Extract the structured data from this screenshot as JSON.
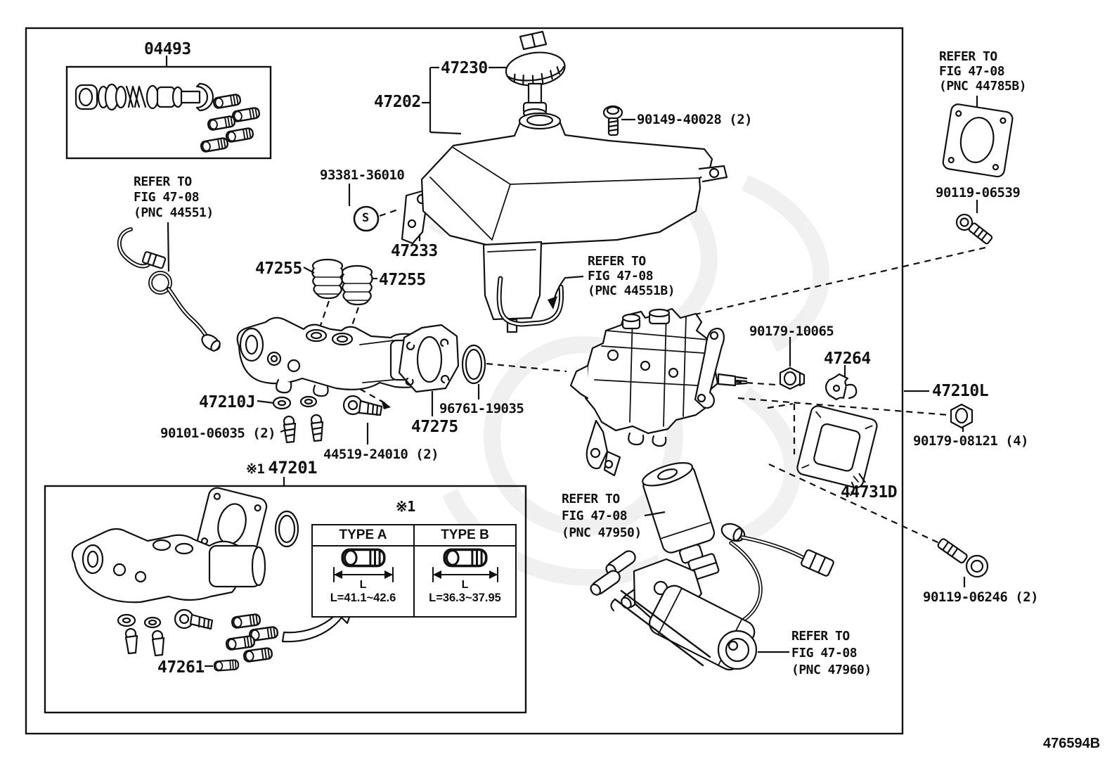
{
  "frame": {
    "footer_code": "476594B"
  },
  "marks": {
    "screw": "S",
    "footnote": "※1"
  },
  "parts": {
    "kit": "04493",
    "cap": "47230",
    "reservoir": "47202",
    "reservoir_bolt": "90149-40028 (2)",
    "set_screw": "93381-36010",
    "bracket": "47233",
    "grommet_left": "47255",
    "grommet_right": "47255",
    "washer": "47210J",
    "bleeder_plug": "90101-06035 (2)",
    "union_bolt": "44519-24010 (2)",
    "gasket": "47275",
    "o_ring": "96761-19035",
    "cylinder_prefix": "※1",
    "cylinder": "47201",
    "plug": "47261",
    "lock_nut": "90179-10065",
    "clamp": "47264",
    "actuator_assy": "47210L",
    "bolt_06539": "90119-06539",
    "nut_08121": "90179-08121 (4)",
    "bracket_plate": "44731D",
    "bolt_06246": "90119-06246 (2)"
  },
  "notes": {
    "pnc_44551": [
      "REFER TO",
      "FIG 47-08",
      "(PNC 44551)"
    ],
    "pnc_44551b": [
      "REFER TO",
      "FIG 47-08",
      "(PNC 44551B)"
    ],
    "pnc_44785b": [
      "REFER TO",
      "FIG 47-08",
      "(PNC 44785B)"
    ],
    "pnc_47950": [
      "REFER TO",
      "FIG 47-08",
      "(PNC 47950)"
    ],
    "pnc_47960": [
      "REFER TO",
      "FIG 47-08",
      "(PNC 47960)"
    ]
  },
  "table": {
    "mark": "※1",
    "columns": [
      {
        "header": "TYPE A",
        "dim_label": "L",
        "value": "L=41.1~42.6"
      },
      {
        "header": "TYPE B",
        "dim_label": "L",
        "value": "L=36.3~37.95"
      }
    ]
  }
}
